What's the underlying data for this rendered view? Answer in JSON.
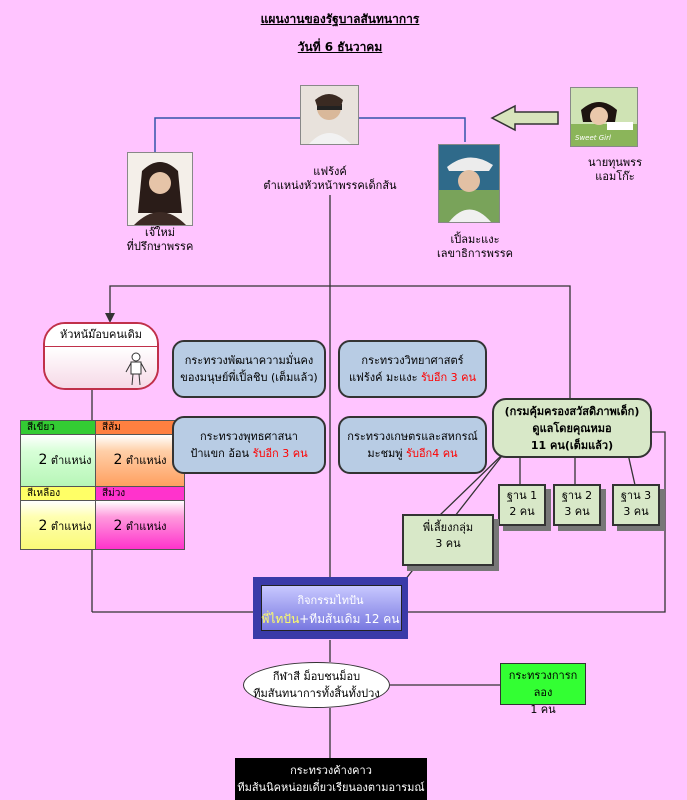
{
  "header": {
    "title": "แผนงานของรัฐบาลสันทนาการ",
    "date": "วันที่ 6  ธันวาคม"
  },
  "people": {
    "leader_name": "แฟร้งค์",
    "leader_role": "ตำแหน่งหัวหน้าพรรคเด็กส้น",
    "advisor_name": "เจ๊ใหม่",
    "advisor_role": "ที่ปรึกษาพรรค",
    "secretary_name": "เปิ้ลมะแงะ",
    "secretary_role": "เลขาธิการพรรค",
    "external_name": "นายทุนพรร",
    "external_name2": "แอมโก๊ะ",
    "photo_caption": "Sweet Girl"
  },
  "old_leader": {
    "label": "หัวหน้ม๊อบคนเดิม"
  },
  "colors": [
    {
      "name": "สีเขียว",
      "count": "2",
      "unit": "ตำแหน่ง",
      "hex": "#33cc33"
    },
    {
      "name": "สีส้ม",
      "count": "2",
      "unit": "ตำแหน่ง",
      "hex": "#ff8040"
    },
    {
      "name": "สีเหลือง",
      "count": "2",
      "unit": "ตำแหน่ง",
      "hex": "#ffff66"
    },
    {
      "name": "สีม่วง",
      "count": "2",
      "unit": "ตำแหน่ง",
      "hex": "#ff33cc"
    }
  ],
  "ministries": {
    "m1_line1": "กระทรวงพัฒนาความมั่นคง",
    "m1_line2": "ของมนุษย์พี่เปิ้ลชิบ (เต็มแล้ว)",
    "m2_line1": "กระทรวงวิทยาศาสตร์",
    "m2_line2": "แฟร้งค์ มะแงะ",
    "m2_extra": "รับอีก 3  คน",
    "m3_line1": "กระทรวงพุทธศาสนา",
    "m3_line2": "ป้าแขก อ้อน",
    "m3_extra": "รับอีก 3  คน",
    "m4_line1": "กระทรวงเกษตรและสหกรณ์",
    "m4_line2": "มะชมพู่",
    "m4_extra": "รับอีก4  คน"
  },
  "child_welfare": {
    "line1": "(กรมคุ้มครองสวัสดิภาพเด็ก)",
    "line2": "ดูแลโดยคุณหมอ",
    "line3": "11 คน(เต็มแล้ว)"
  },
  "bases": [
    {
      "name": "ฐาน 1",
      "count": "2 คน"
    },
    {
      "name": "ฐาน 2",
      "count": "3 คน"
    },
    {
      "name": "ฐาน 3",
      "count": "3 คน"
    }
  ],
  "group_leader": {
    "line1": "พี่เลี้ยงกลุ่ม",
    "line2": "3  คน"
  },
  "activity": {
    "line1": "กิจกรรมไทปัน",
    "line2a": "พี่ไทปัน",
    "line2b": "+ทีมส้นเดิม 12  คน"
  },
  "sports": {
    "line1": "กีฬาสี ม็อบชนม็อบ",
    "line2": "ทีมสันทนาการทั้งสิ้นทั้งปวง"
  },
  "drum": {
    "line1": "กระทรวงการกลอง",
    "line2": "1  คน"
  },
  "night": {
    "line1": "กระทรวงค้างคาว",
    "line2": "ทีมส้นนิคหน่อยเดี่ยวเรียนองตามอารมณ์"
  }
}
